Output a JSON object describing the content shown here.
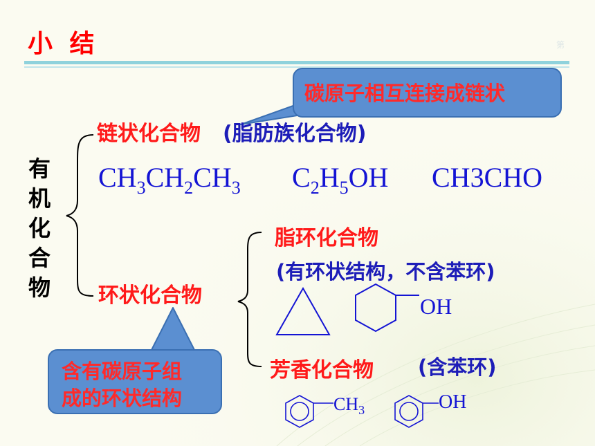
{
  "title": "小 结",
  "page_number": "第",
  "root_label": [
    "有",
    "机",
    "化",
    "合",
    "物"
  ],
  "callout_top": "碳原子相互连接成链状",
  "callout_bottom_line1": "含有碳原子组",
  "callout_bottom_line2": "成的环状结构",
  "chain": {
    "label": "链状化合物",
    "alias": "(脂肪族化合物)",
    "formula1": {
      "a": "CH",
      "s1": "3",
      "b": "CH",
      "s2": "2",
      "c": "CH",
      "s3": "3"
    },
    "formula2": {
      "a": "C",
      "s1": "2",
      "b": "H",
      "s2": "5",
      "c": "OH"
    },
    "formula3": "CH3CHO"
  },
  "ring": {
    "label": "环状化合物",
    "alicyclic": {
      "label": "脂环化合物",
      "note": "(有环状结构，不含苯环)",
      "oh_label": "OH"
    },
    "aromatic": {
      "label": "芳香化合物",
      "note": "(含苯环)",
      "ch3_label": "CH",
      "ch3_sub": "3",
      "oh_label": "OH"
    }
  },
  "colors": {
    "title": "#ff0000",
    "callout": "#5b8fd1",
    "formula": "#1414d4",
    "note": "#1d1db8"
  }
}
